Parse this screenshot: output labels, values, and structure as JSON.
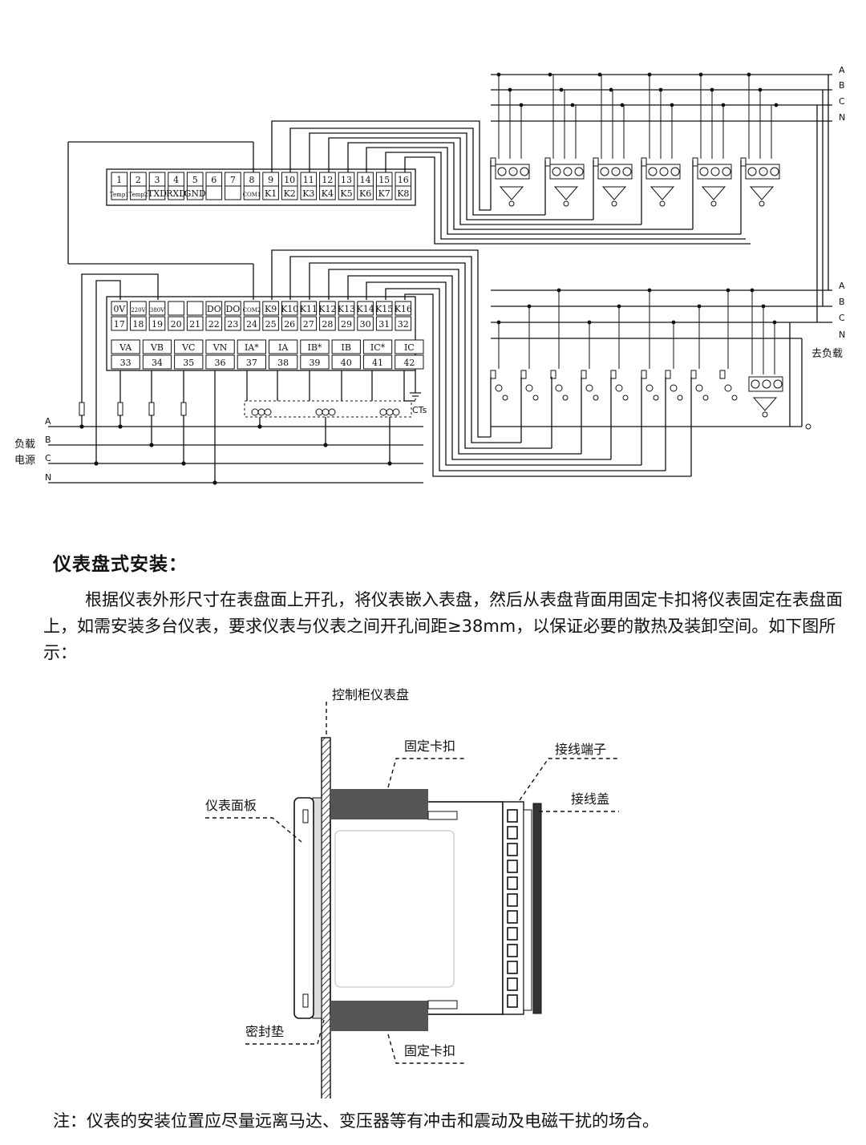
{
  "wiring": {
    "upper_terminals": [
      {
        "num": "1",
        "sig": "Temp1"
      },
      {
        "num": "2",
        "sig": "Temp2"
      },
      {
        "num": "3",
        "sig": "TXD"
      },
      {
        "num": "4",
        "sig": "RXD"
      },
      {
        "num": "5",
        "sig": "GND"
      },
      {
        "num": "6",
        "sig": ""
      },
      {
        "num": "7",
        "sig": ""
      },
      {
        "num": "8",
        "sig": "COM1"
      },
      {
        "num": "9",
        "sig": "K1"
      },
      {
        "num": "10",
        "sig": "K2"
      },
      {
        "num": "11",
        "sig": "K3"
      },
      {
        "num": "12",
        "sig": "K4"
      },
      {
        "num": "13",
        "sig": "K5"
      },
      {
        "num": "14",
        "sig": "K6"
      },
      {
        "num": "15",
        "sig": "K7"
      },
      {
        "num": "16",
        "sig": "K8"
      }
    ],
    "lower_terminals_top": [
      {
        "num": "17",
        "sig": "0V"
      },
      {
        "num": "18",
        "sig": "220V"
      },
      {
        "num": "19",
        "sig": "380V"
      },
      {
        "num": "20",
        "sig": ""
      },
      {
        "num": "21",
        "sig": ""
      },
      {
        "num": "22",
        "sig": "DO"
      },
      {
        "num": "23",
        "sig": "DO"
      },
      {
        "num": "24",
        "sig": "COM2"
      },
      {
        "num": "25",
        "sig": "K9"
      },
      {
        "num": "26",
        "sig": "K10"
      },
      {
        "num": "27",
        "sig": "K11"
      },
      {
        "num": "28",
        "sig": "K12"
      },
      {
        "num": "29",
        "sig": "K13"
      },
      {
        "num": "30",
        "sig": "K14"
      },
      {
        "num": "31",
        "sig": "K15"
      },
      {
        "num": "32",
        "sig": "K16"
      }
    ],
    "lower_terminals_bottom": [
      {
        "num": "33",
        "sig": "VA"
      },
      {
        "num": "34",
        "sig": "VB"
      },
      {
        "num": "35",
        "sig": "VC"
      },
      {
        "num": "36",
        "sig": "VN"
      },
      {
        "num": "37",
        "sig": "IA*"
      },
      {
        "num": "38",
        "sig": "IA"
      },
      {
        "num": "39",
        "sig": "IB*"
      },
      {
        "num": "40",
        "sig": "IB"
      },
      {
        "num": "41",
        "sig": "IC*"
      },
      {
        "num": "42",
        "sig": "IC"
      }
    ],
    "bus_labels": [
      "A",
      "B",
      "C",
      "N"
    ],
    "load_source_label_1": "负载",
    "load_source_label_2": "电源",
    "to_load_label": "去负载",
    "cts_label": "CTs"
  },
  "section": {
    "heading": "仪表盘式安装：",
    "paragraph": "根据仪表外形尺寸在表盘面上开孔，将仪表嵌入表盘，然后从表盘背面用固定卡扣将仪表固定在表盘面上，如需安装多台仪表，要求仪表与仪表之间开孔间距≥38mm，以保证必要的散热及装卸空间。如下图所示："
  },
  "install_diagram": {
    "label_panel": "控制柜仪表盘",
    "label_clip_top": "固定卡扣",
    "label_terminal": "接线端子",
    "label_cover": "接线盖",
    "label_face": "仪表面板",
    "label_gasket": "密封垫",
    "label_clip_bottom": "固定卡扣"
  },
  "note": "注：仪表的安装位置应尽量远离马达、变压器等有冲击和震动及电磁干扰的场合。"
}
